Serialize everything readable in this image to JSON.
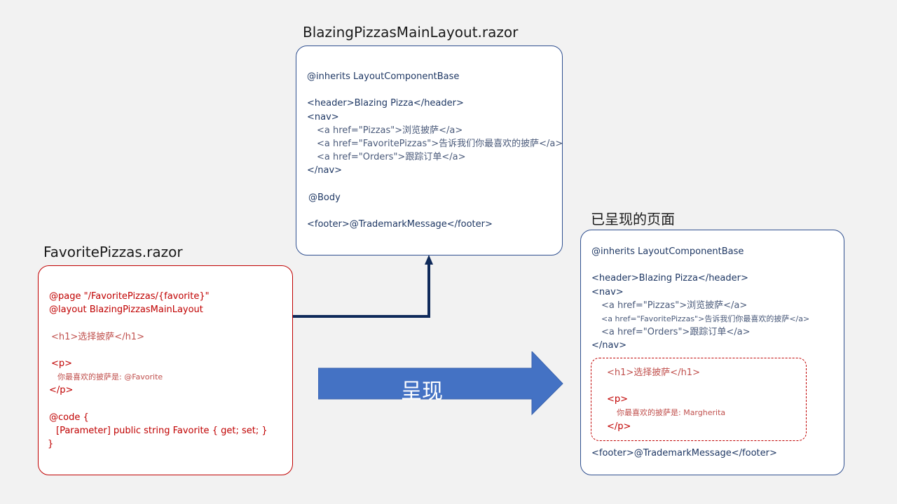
{
  "layout_file": {
    "title": "BlazingPizzasMainLayout.razor",
    "lines": [
      "@inherits LayoutComponentBase",
      "<header>Blazing Pizza</header>",
      "<nav>",
      "<a href=\"Pizzas\">浏览披萨</a>",
      "<a  href=\"FavoritePizzas\">告诉我们你最喜欢的披萨</a>",
      "<a  href=\"Orders\">跟踪订单</a>",
      "</nav>",
      "@Body",
      "<footer>@TrademarkMessage</footer>"
    ]
  },
  "page_file": {
    "title": "FavoritePizzas.razor",
    "lines": [
      "@page \"/FavoritePizzas/{favorite}\"",
      "@layout BlazingPizzasMainLayout",
      "<h1>选择披萨</h1>",
      "<p>",
      "你最喜欢的披萨是: @Favorite",
      "</p>",
      "@code {",
      "[Parameter] public string Favorite { get; set; }",
      "}"
    ]
  },
  "render_arrow": {
    "label": "呈现",
    "color": "#4472c4"
  },
  "rendered_page": {
    "title": "已呈现的页面",
    "lines": [
      "@inherits LayoutComponentBase",
      "<header>Blazing Pizza</header>",
      "<nav>",
      "<a href=\"Pizzas\">浏览披萨</a>",
      "<a  href=\"FavoritePizzas\">告诉我们你最喜欢的披萨</a>",
      "<a  href=\"Orders\">跟踪订单</a>",
      "</nav>",
      "<h1>选择披萨</h1>",
      "<p>",
      "你最喜欢的披萨是: Margherita",
      "</p>",
      "<footer>@TrademarkMessage</footer>"
    ]
  }
}
